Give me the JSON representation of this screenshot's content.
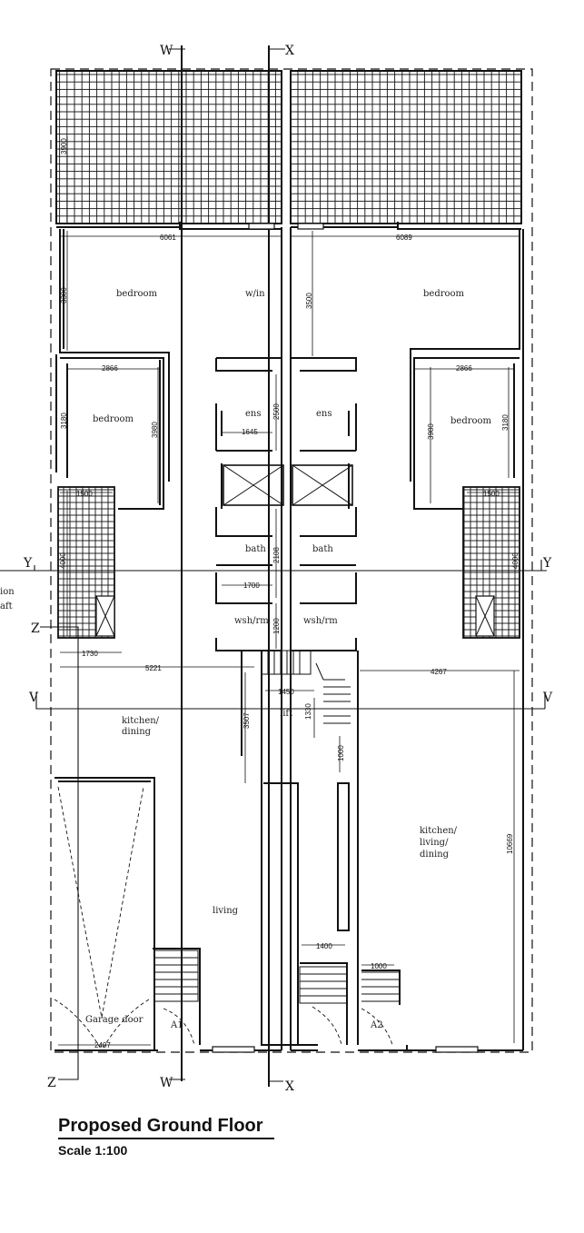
{
  "title": "Proposed Ground Floor",
  "scale": "Scale 1:100",
  "rooms": {
    "bedroom_top_left": "bedroom",
    "walk_in": "w/in",
    "bedroom_top_right": "bedroom",
    "bedroom_mid_left": "bedroom",
    "bedroom_mid_right": "bedroom",
    "ens_left": "ens",
    "ens_right": "ens",
    "bath_left": "bath",
    "bath_right": "bath",
    "wsh_left": "wsh/rm",
    "wsh_right": "wsh/rm",
    "lift": "lift",
    "kitchen_dining_1": "kitchen/",
    "kitchen_dining_2": "dining",
    "kitchen_living_1": "kitchen/",
    "kitchen_living_2": "living/",
    "kitchen_living_3": "dining",
    "living": "living",
    "garage": "Garage door",
    "entrance_a1": "A1",
    "entrance_a2": "A2",
    "side_label_1": "ion",
    "side_label_2": "aft"
  },
  "dimensions": {
    "d3900": "3900",
    "d6061": "6061",
    "d6089": "6089",
    "d3300": "3300",
    "d3500": "3500",
    "d2866_l": "2866",
    "d2866_r": "2866",
    "d3180_l": "3180",
    "d3980_l": "3980",
    "d3980_r": "3980",
    "d3180_r": "3180",
    "d2500": "2500",
    "d1645": "1645",
    "d1500_l": "1500",
    "d1500_r": "1500",
    "d4000_l": "4000",
    "d4000_r": "4000",
    "d2108": "2108",
    "d1700": "1700",
    "d1200": "1200",
    "d1730": "1730",
    "d5221": "5221",
    "d4267": "4267",
    "d1450": "1450",
    "d1330": "1330",
    "d1000_v": "1000",
    "d3507": "3507",
    "d10669": "10669",
    "d1400": "1400",
    "d1000": "1000",
    "d2407": "2407"
  },
  "sections": {
    "w": "W",
    "x": "X",
    "y": "Y",
    "v": "V",
    "z": "Z"
  }
}
